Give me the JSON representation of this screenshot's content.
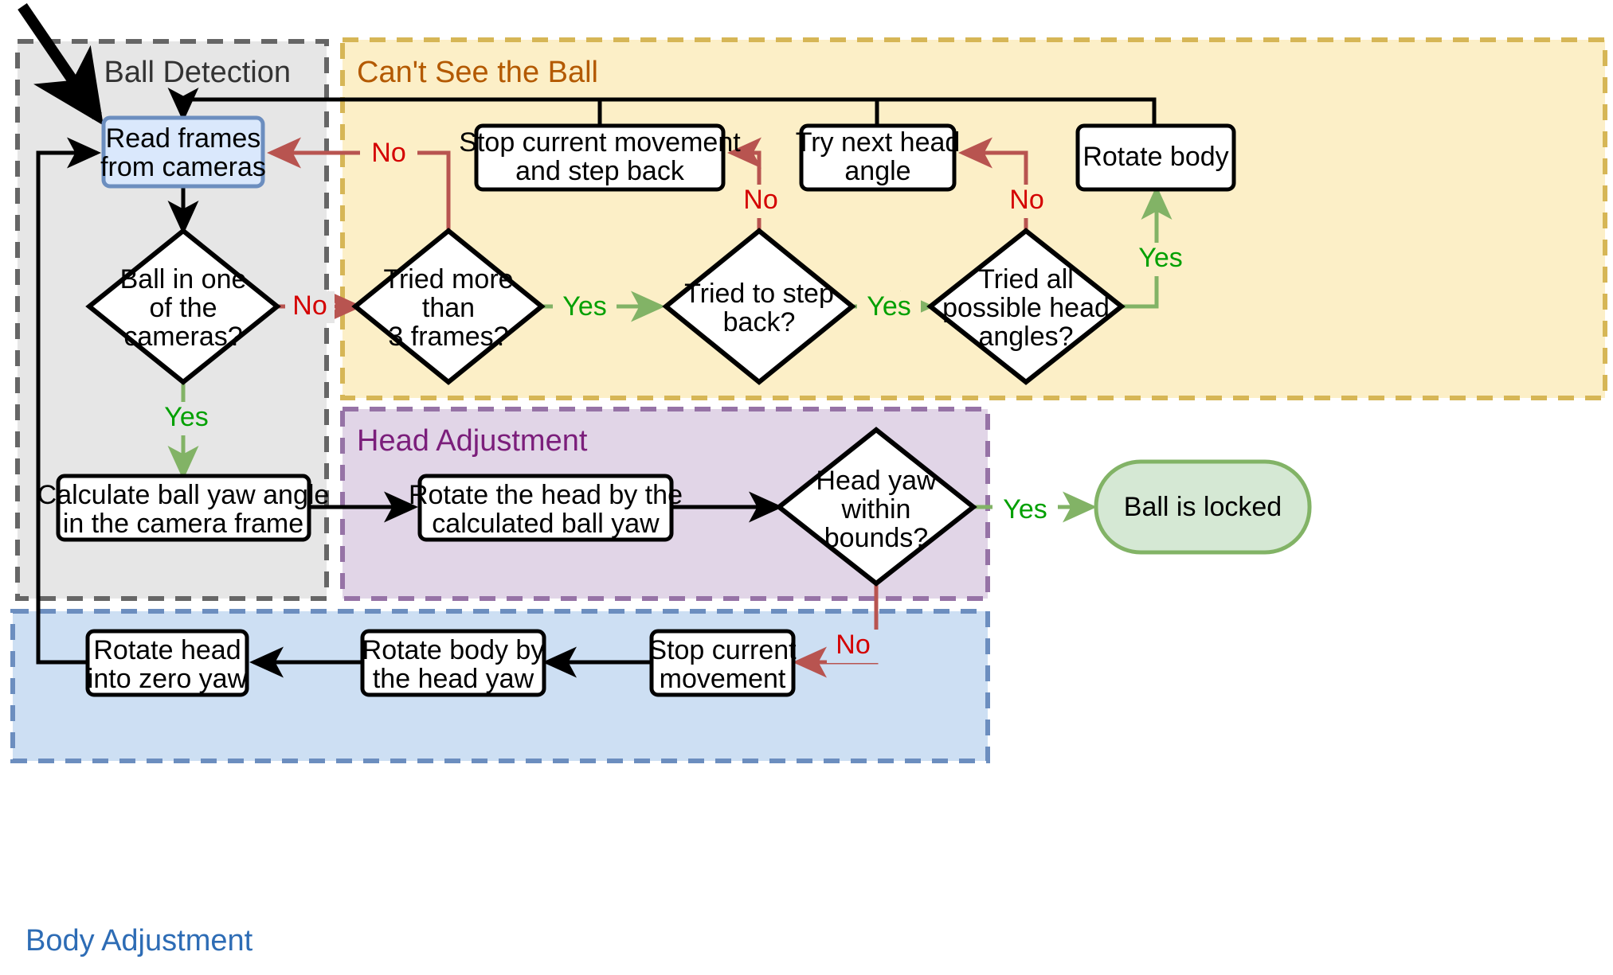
{
  "diagram": {
    "title_groups": [
      {
        "id": "ball-detection",
        "label": "Ball Detection",
        "color": "#333333",
        "fill": "#e6e6e6",
        "border": "#666666"
      },
      {
        "id": "cant-see-ball",
        "label": "Can't See the Ball",
        "color": "#b35900",
        "fill": "#fcefc7",
        "border": "#d6b656"
      },
      {
        "id": "head-adjustment",
        "label": "Head Adjustment",
        "color": "#7b1e7b",
        "fill": "#e1d5e7",
        "border": "#9673a6"
      },
      {
        "id": "body-adjustment",
        "label": "Body Adjustment",
        "color": "#2d6cb5",
        "fill": "#cddff3",
        "border": "#6c8ebf"
      }
    ],
    "nodes": [
      {
        "id": "read-frames",
        "type": "process-highlight",
        "lines": [
          "Read frames",
          "from cameras"
        ]
      },
      {
        "id": "ball-in-camera",
        "type": "decision",
        "lines": [
          "Ball in one",
          "of the",
          "cameras?"
        ]
      },
      {
        "id": "tried-3-frames",
        "type": "decision",
        "lines": [
          "Tried more",
          "than",
          "3 frames?"
        ]
      },
      {
        "id": "tried-step-back",
        "type": "decision",
        "lines": [
          "Tried to step",
          "back?"
        ]
      },
      {
        "id": "tried-all-head-angles",
        "type": "decision",
        "lines": [
          "Tried all",
          "possible head",
          "angles?"
        ]
      },
      {
        "id": "stop-and-step-back",
        "type": "process",
        "lines": [
          "Stop current movement",
          "and step back"
        ]
      },
      {
        "id": "try-next-head-angle",
        "type": "process",
        "lines": [
          "Try next head",
          "angle"
        ]
      },
      {
        "id": "rotate-body",
        "type": "process",
        "lines": [
          "Rotate body"
        ]
      },
      {
        "id": "calc-ball-yaw",
        "type": "process",
        "lines": [
          "Calculate ball yaw angle",
          "in the camera frame"
        ]
      },
      {
        "id": "rotate-head-by-yaw",
        "type": "process",
        "lines": [
          "Rotate the head by the",
          "calculated ball yaw"
        ]
      },
      {
        "id": "head-yaw-in-bounds",
        "type": "decision",
        "lines": [
          "Head yaw",
          "within",
          "bounds?"
        ]
      },
      {
        "id": "ball-is-locked",
        "type": "terminator",
        "lines": [
          "Ball is locked"
        ]
      },
      {
        "id": "stop-current-movement",
        "type": "process",
        "lines": [
          "Stop current",
          "movement"
        ]
      },
      {
        "id": "rotate-body-by-head-yaw",
        "type": "process",
        "lines": [
          "Rotate body by",
          "the head yaw"
        ]
      },
      {
        "id": "rotate-head-zero-yaw",
        "type": "process",
        "lines": [
          "Rotate head",
          "into zero yaw"
        ]
      }
    ],
    "edge_labels": {
      "ball_in_camera_no": "No",
      "ball_in_camera_yes": "Yes",
      "tried_3_frames_no": "No",
      "tried_3_frames_yes": "Yes",
      "tried_step_back_no": "No",
      "tried_step_back_yes": "Yes",
      "tried_all_angles_no": "No",
      "tried_all_angles_yes": "Yes",
      "head_yaw_yes": "Yes",
      "head_yaw_no": "No"
    },
    "colors": {
      "yes": "#00a000",
      "no": "#d40000",
      "arrow_red": "#b85450",
      "arrow_green": "#82b366",
      "arrow_black": "#000000"
    }
  }
}
